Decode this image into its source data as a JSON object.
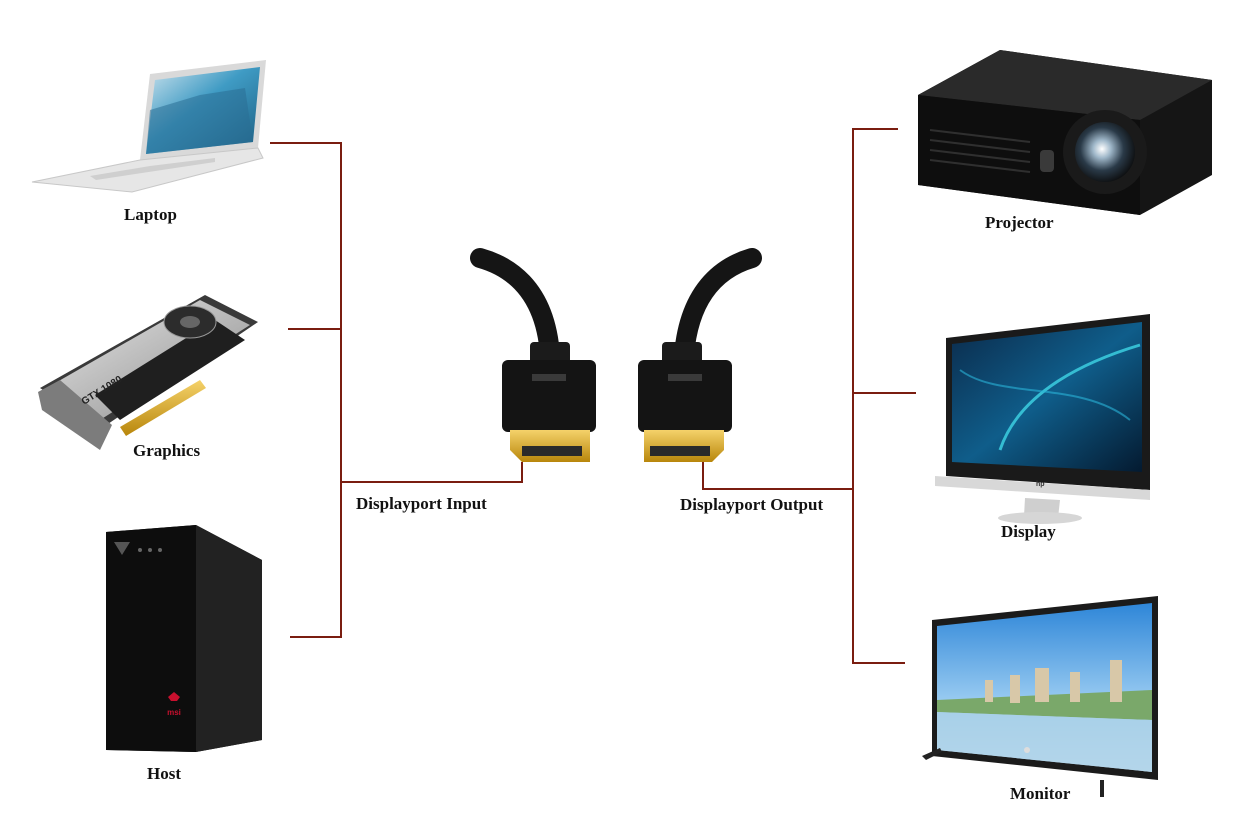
{
  "diagram": {
    "sources": {
      "laptop": "Laptop",
      "graphics": "Graphics",
      "host": "Host"
    },
    "cable": {
      "input_label": "Displayport Input",
      "output_label": "Displayport Output"
    },
    "outputs": {
      "projector": "Projector",
      "display": "Display",
      "monitor": "Monitor"
    },
    "connector_color": "#7a1d10",
    "brand_marks": {
      "gpu": "GTX 1080",
      "host": "msi",
      "display": "hp"
    }
  }
}
